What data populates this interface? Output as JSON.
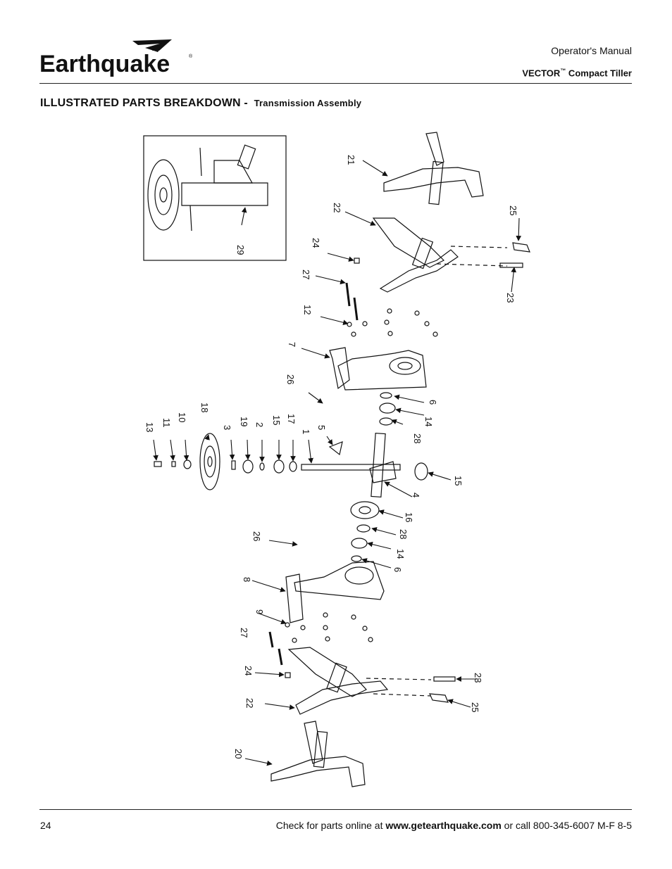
{
  "header": {
    "logo_text": "Earthquake",
    "manual": "Operator's Manual",
    "product_name": "VECTOR",
    "product_tm": "™",
    "product_suffix": " Compact Tiller"
  },
  "section": {
    "title": "ILLUSTRATED PARTS BREAKDOWN -",
    "subtitle": "Transmission Assembly"
  },
  "callouts": {
    "c29": "29",
    "c21": "21",
    "c22a": "22",
    "c25a": "25",
    "c24a": "24",
    "c23a": "23",
    "c27a": "27",
    "c12": "12",
    "c7": "7",
    "c26a": "26",
    "c6a": "6",
    "c14a": "14",
    "c28a": "28",
    "c13": "13",
    "c11": "11",
    "c10": "10",
    "c18": "18",
    "c3": "3",
    "c19": "19",
    "c2": "2",
    "c15a": "15",
    "c17": "17",
    "c1": "1",
    "c5": "5",
    "c15b": "15",
    "c4": "4",
    "c16": "16",
    "c28b": "28",
    "c26b": "26",
    "c14b": "14",
    "c6b": "6",
    "c8": "8",
    "c9": "9",
    "c27b": "27",
    "c24b": "24",
    "c23b": "23",
    "c22b": "22",
    "c25b": "25",
    "c20": "20"
  },
  "footer": {
    "page_number": "24",
    "prefix": "Check for parts online at ",
    "url": "www.getearthquake.com",
    "suffix": " or call 800-345-6007 M-F 8-5"
  }
}
